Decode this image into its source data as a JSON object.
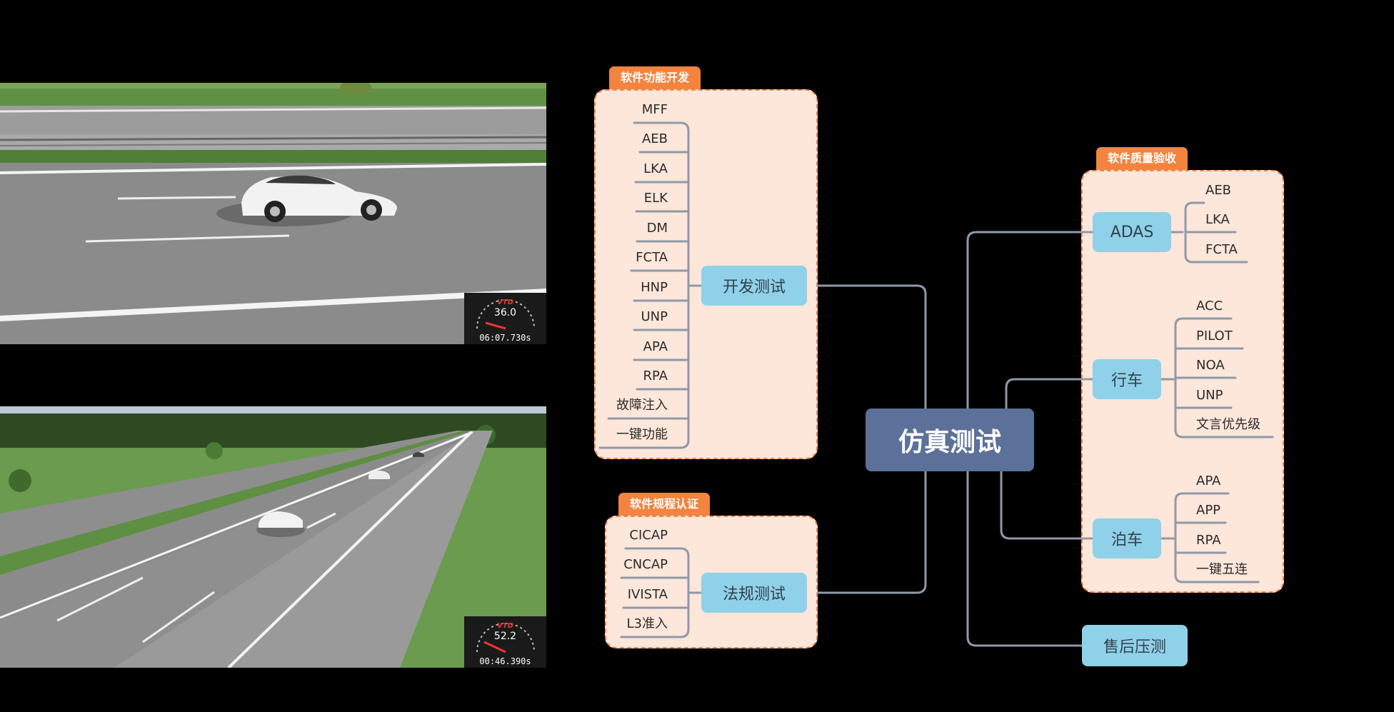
{
  "central": "仿真测试",
  "dev": {
    "tag": "软件功能开发",
    "topic": "开发测试",
    "items": [
      "MFF",
      "AEB",
      "LKA",
      "ELK",
      "DM",
      "FCTA",
      "HNP",
      "UNP",
      "APA",
      "RPA",
      "故障注入",
      "一键功能"
    ]
  },
  "reg": {
    "tag": "软件规程认证",
    "topic": "法规测试",
    "items": [
      "CICAP",
      "CNCAP",
      "IVISTA",
      "L3准入"
    ]
  },
  "quality": {
    "tag": "软件质量验收",
    "groups": [
      {
        "topic": "ADAS",
        "items": [
          "AEB",
          "LKA",
          "FCTA"
        ]
      },
      {
        "topic": "行车",
        "items": [
          "ACC",
          "PILOT",
          "NOA",
          "UNP",
          "文言优先级"
        ]
      },
      {
        "topic": "泊车",
        "items": [
          "APA",
          "APP",
          "RPA",
          "一键五连"
        ]
      }
    ]
  },
  "after": {
    "topic": "售后压测"
  },
  "sims": [
    {
      "brand": "VTD",
      "speed": "36.0",
      "time": "06:07.730s"
    },
    {
      "brand": "VTD",
      "speed": "52.2",
      "time": "00:46.390s"
    }
  ],
  "colors": {
    "line": "#8f99a8",
    "panel": "#fde6da",
    "panel_border": "#f08a4b",
    "tag": "#f2843f",
    "topic": "#8fd1e8",
    "central": "#5b7199"
  }
}
